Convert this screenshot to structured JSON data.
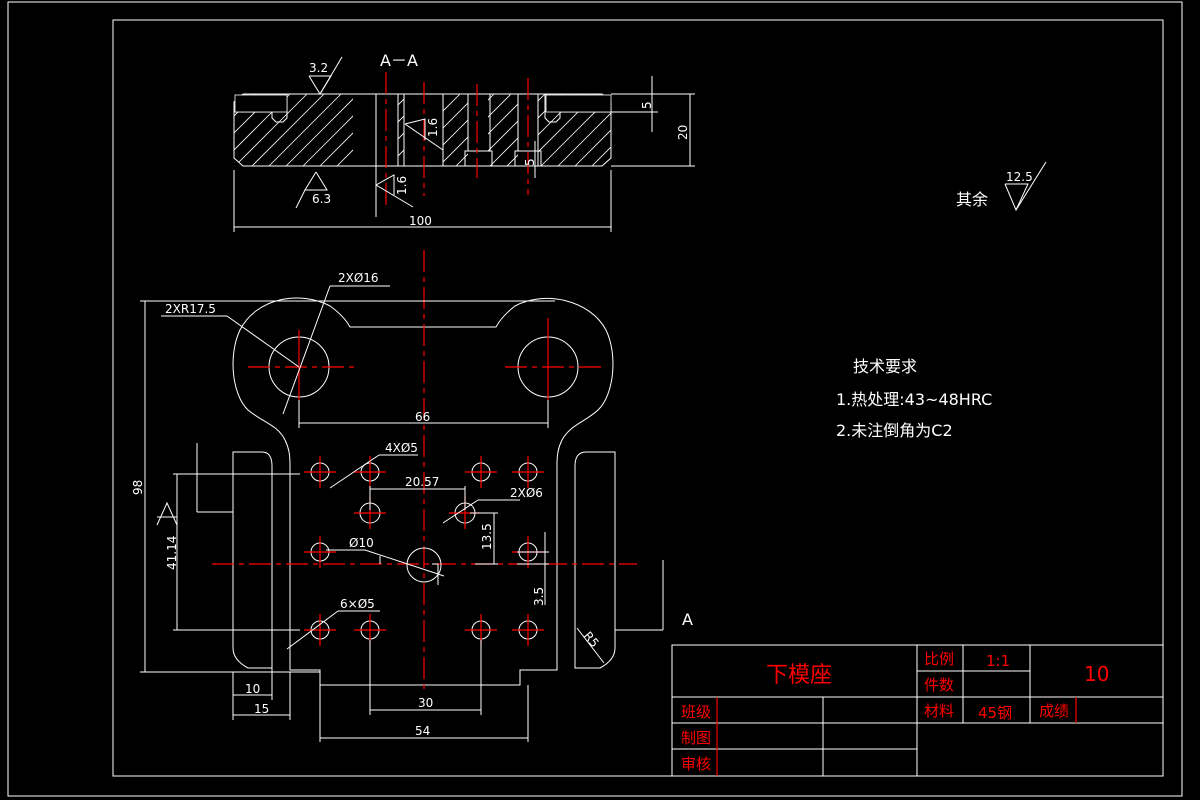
{
  "section_view": {
    "title": "A－A",
    "roughness_top": "3.2",
    "roughness_bottom": "6.3",
    "roughness_hole_1": "1.6",
    "roughness_hole_2": "1.6",
    "dim_width": "100",
    "dim_height": "20",
    "dim_groove": "5",
    "dim_counterbore": "5"
  },
  "plan_view": {
    "dim_holes_16": "2XØ16",
    "dim_radius": "2XR17.5",
    "dim_66": "66",
    "dim_98": "98",
    "dim_4x5": "4XØ5",
    "dim_20_57": "20.57",
    "dim_2x6": "2XØ6",
    "dim_10_hole": "Ø10",
    "dim_13_5": "13.5",
    "dim_3_5": "3.5",
    "dim_41_14": "41.14",
    "dim_6x5": "6×Ø5",
    "dim_r5": "R5",
    "dim_10": "10",
    "dim_15": "15",
    "dim_30": "30",
    "dim_54": "54",
    "section_mark": "A"
  },
  "roughness_other": {
    "label": "其余",
    "value": "12.5"
  },
  "tech_requirements": {
    "title": "技术要求",
    "items": [
      "1.热处理:43~48HRC",
      "2.未注倒角为C2"
    ]
  },
  "title_block": {
    "part_name": "下模座",
    "scale_label": "比例",
    "scale_value": "1:1",
    "quantity_label": "件数",
    "quantity_value": "",
    "drawing_no": "10",
    "material_label": "材料",
    "material_value": "45钢",
    "grade_label": "成绩",
    "class_label": "班级",
    "drawn_label": "制图",
    "checked_label": "审核"
  }
}
